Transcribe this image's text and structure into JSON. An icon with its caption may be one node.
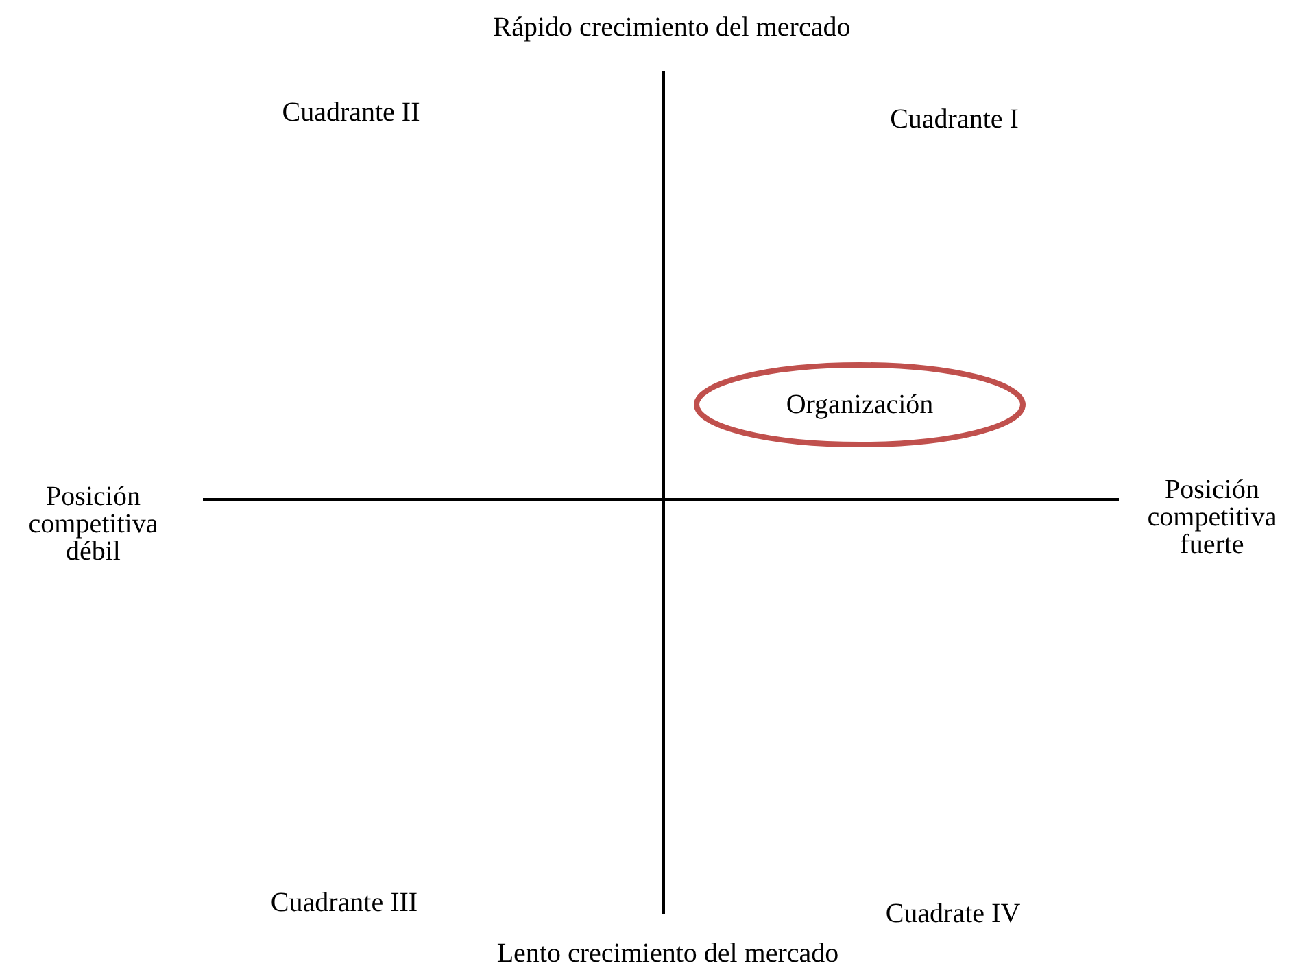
{
  "diagram": {
    "nodes": [
      {
        "text": [
          "Organización"
        ]
      }
    ],
    "labels": [
      "Rápido crecimiento del mercado",
      "Cuadrante II",
      "Cuadrante I",
      "Posición competitiva débil",
      "Posición competitiva fuerte",
      "Cuadrante III",
      "Cuadrate IV",
      "Lento crecimiento del mercado"
    ]
  }
}
